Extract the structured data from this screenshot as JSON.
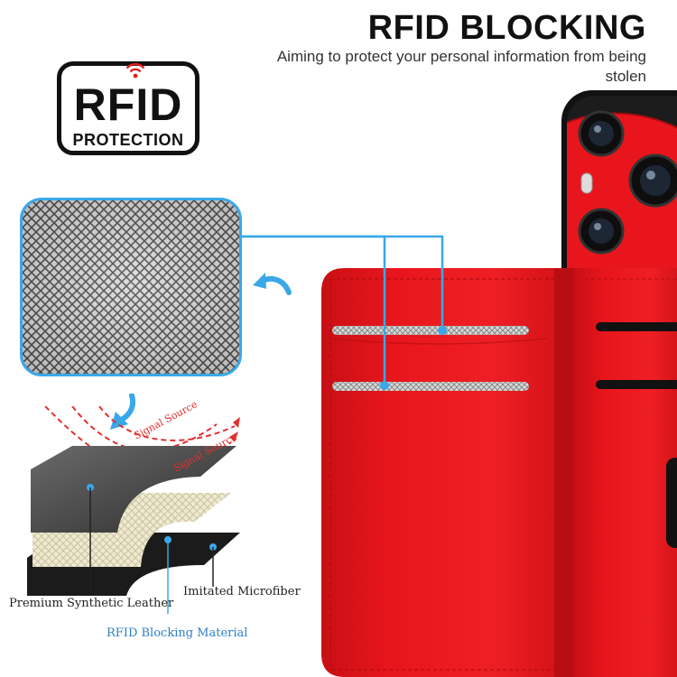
{
  "header": {
    "title": "RFID BLOCKING",
    "subtitle": "Aiming to protect your personal information from being stolen"
  },
  "badge": {
    "rfid_text": "RFID",
    "protection_text": "PROTECTION"
  },
  "diagram": {
    "signal_label_1": "Signal Source",
    "signal_label_2": "Signal Source",
    "layer_top_label": "Premium Synthetic Leather",
    "layer_bottom_label": "Imitated Microfiber",
    "layer_middle_label": "RFID Blocking Material"
  },
  "colors": {
    "accent_blue": "#3aa8e8",
    "case_red": "#e8161c",
    "signal_red": "#e03030",
    "label_blue": "#2f7fc8"
  }
}
